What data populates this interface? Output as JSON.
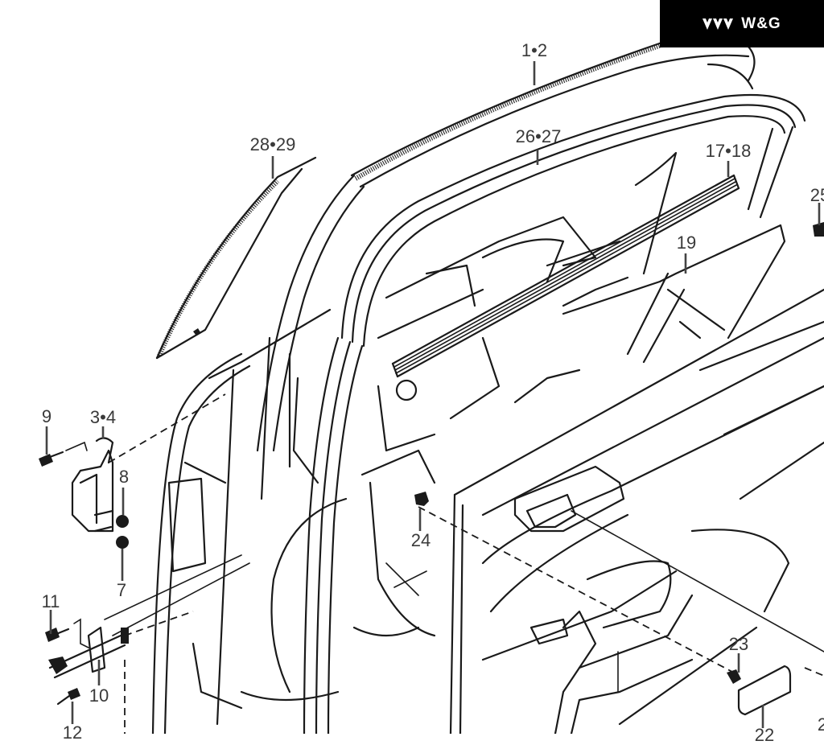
{
  "brand": {
    "logo_icon": "triple-chevron-logo-icon",
    "name": "W&G",
    "background": "#000000",
    "text_color": "#ffffff"
  },
  "diagram": {
    "subject": "Rear door exploded parts view",
    "line_color": "#1a1a1a",
    "callouts": [
      {
        "id": "c-1-2",
        "label": "1•2",
        "part": "door opening weatherstrip"
      },
      {
        "id": "c-28-29",
        "label": "28•29",
        "part": "rear corner glass trim"
      },
      {
        "id": "c-26-27",
        "label": "26•27",
        "part": "door glass run channel"
      },
      {
        "id": "c-17-18",
        "label": "17•18",
        "part": "belt moulding"
      },
      {
        "id": "c-25",
        "label": "25",
        "part": "clip"
      },
      {
        "id": "c-19",
        "label": "19",
        "part": "waterproof film"
      },
      {
        "id": "c-9",
        "label": "9",
        "part": "hinge bolt"
      },
      {
        "id": "c-3-4",
        "label": "3•4",
        "part": "door hinge"
      },
      {
        "id": "c-8",
        "label": "8",
        "part": "nut"
      },
      {
        "id": "c-7",
        "label": "7",
        "part": "nut"
      },
      {
        "id": "c-11",
        "label": "11",
        "part": "bolt"
      },
      {
        "id": "c-10",
        "label": "10",
        "part": "door check"
      },
      {
        "id": "c-12",
        "label": "12",
        "part": "bolt"
      },
      {
        "id": "c-24",
        "label": "24",
        "part": "trim clip"
      },
      {
        "id": "c-23",
        "label": "23",
        "part": "screw"
      },
      {
        "id": "c-22",
        "label": "22",
        "part": "handle cover"
      },
      {
        "id": "c-2x",
        "label": "2",
        "part": "partial callout at edge"
      }
    ]
  }
}
